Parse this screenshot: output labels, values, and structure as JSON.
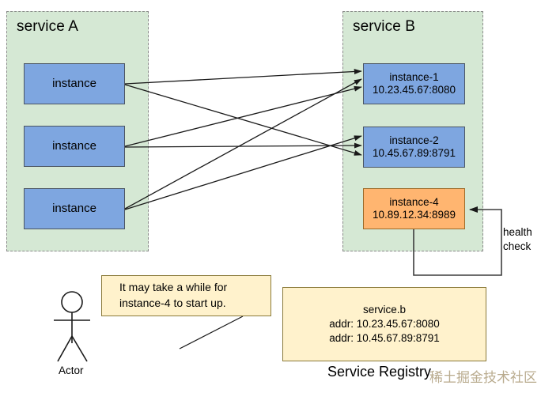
{
  "diagram": {
    "title_hidden": "",
    "colors": {
      "group_fill": "#d5e8d4",
      "group_stroke": "#8a8a8a",
      "node_blue": "#7ea6e0",
      "node_orange": "#ffb570",
      "note_yellow": "#fff2cc",
      "note_stroke": "#8a7a3a",
      "line": "#000000",
      "watermark": "#b9ab8e"
    },
    "service_a": {
      "label": "service A",
      "instances": [
        {
          "name": "instance"
        },
        {
          "name": "instance"
        },
        {
          "name": "instance"
        }
      ]
    },
    "service_b": {
      "label": "service B",
      "instances": [
        {
          "name": "instance-1",
          "addr": "10.23.45.67:8080",
          "state": "healthy"
        },
        {
          "name": "instance-2",
          "addr": "10.45.67.89:8791",
          "state": "healthy"
        },
        {
          "name": "instance-4",
          "addr": "10.89.12.34:8989",
          "state": "starting"
        }
      ]
    },
    "health_check": {
      "label_line1": "health",
      "label_line2": "check"
    },
    "speech_bubble": {
      "line1": "It may take a while for",
      "line2": "instance-4 to start up."
    },
    "actor": {
      "label": "Actor"
    },
    "registry": {
      "caption": "Service Registry",
      "entry_name": "service.b",
      "addresses": [
        "addr: 10.23.45.67:8080",
        "addr: 10.45.67.89:8791"
      ]
    },
    "watermark": {
      "text": "稀土掘金技术社区"
    }
  }
}
